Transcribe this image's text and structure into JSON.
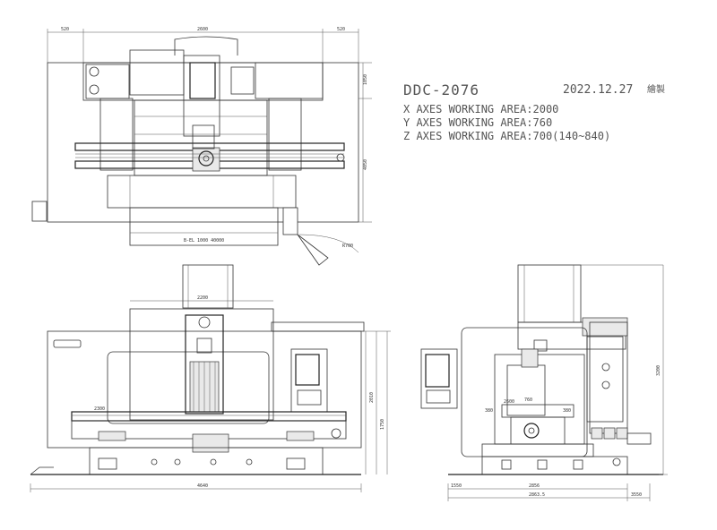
{
  "title_block": {
    "model": "DDC-2076",
    "date": "2022.12.27",
    "author": "繪製",
    "x_area": "X AXES WORKING AREA:2000",
    "y_area": "Y AXES WORKING AREA:760",
    "z_area": "Z AXES WORKING AREA:700(140~840)"
  },
  "top_view": {
    "dim_left": "520",
    "dim_center": "2600",
    "dim_right": "520",
    "dim_height_top": "1050",
    "dim_height_total": "4050",
    "dim_bottom": "B-EL 1000 40000",
    "dim_door": "R700"
  },
  "front_view": {
    "dim_table": "2200",
    "dim_left": "2300",
    "dim_height_a": "2010",
    "dim_height_b": "1750",
    "dim_width": "4640"
  },
  "side_view": {
    "dim_a": "760",
    "dim_b": "380",
    "dim_c": "380",
    "dim_height": "3200",
    "dim_d": "1550",
    "dim_e": "2856",
    "dim_f": "2863.5",
    "dim_g": "3550",
    "dim_h": "2600"
  }
}
